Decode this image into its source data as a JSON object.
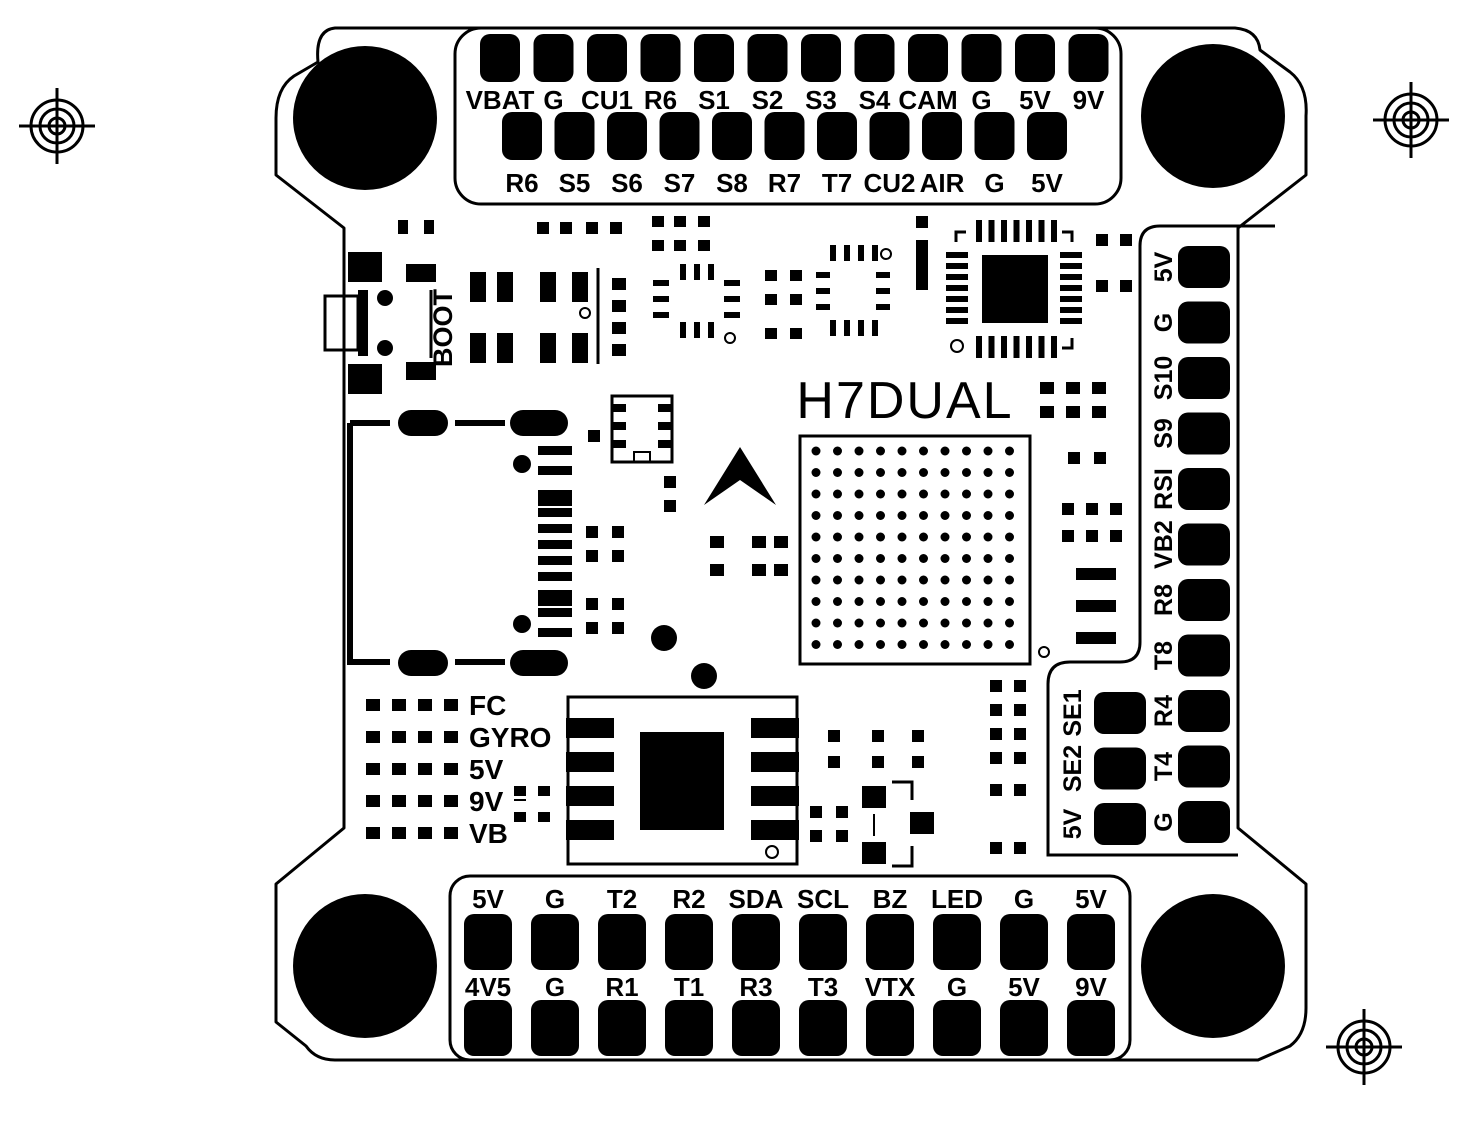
{
  "board": {
    "name": "H7DUAL",
    "boot_label": "BOOT",
    "colors": {
      "ink": "#000000",
      "paper": "#ffffff"
    }
  },
  "pads": {
    "top_row1": [
      "VBAT",
      "G",
      "CU1",
      "R6",
      "S1",
      "S2",
      "S3",
      "S4",
      "CAM",
      "G",
      "5V",
      "9V"
    ],
    "top_row2": [
      "R6",
      "S5",
      "S6",
      "S7",
      "S8",
      "R7",
      "T7",
      "CU2",
      "AIR",
      "G",
      "5V"
    ],
    "right_col": [
      "5V",
      "G",
      "S10",
      "S9",
      "RSI",
      "VB2",
      "R8",
      "T8",
      "R4",
      "T4",
      "G"
    ],
    "inner_col": [
      "SE1",
      "SE2",
      "5V"
    ],
    "bottom_row1": [
      "5V",
      "G",
      "T2",
      "R2",
      "SDA",
      "SCL",
      "BZ",
      "LED",
      "G",
      "5V"
    ],
    "bottom_row2": [
      "4V5",
      "G",
      "R1",
      "T1",
      "R3",
      "T3",
      "VTX",
      "G",
      "5V",
      "9V"
    ]
  },
  "leds": [
    "FC",
    "GYRO",
    "5V",
    "9V",
    "VB"
  ],
  "icons": {
    "registration_mark": "crosshair-target-icon",
    "orientation_arrow": "arrow-up-icon"
  }
}
